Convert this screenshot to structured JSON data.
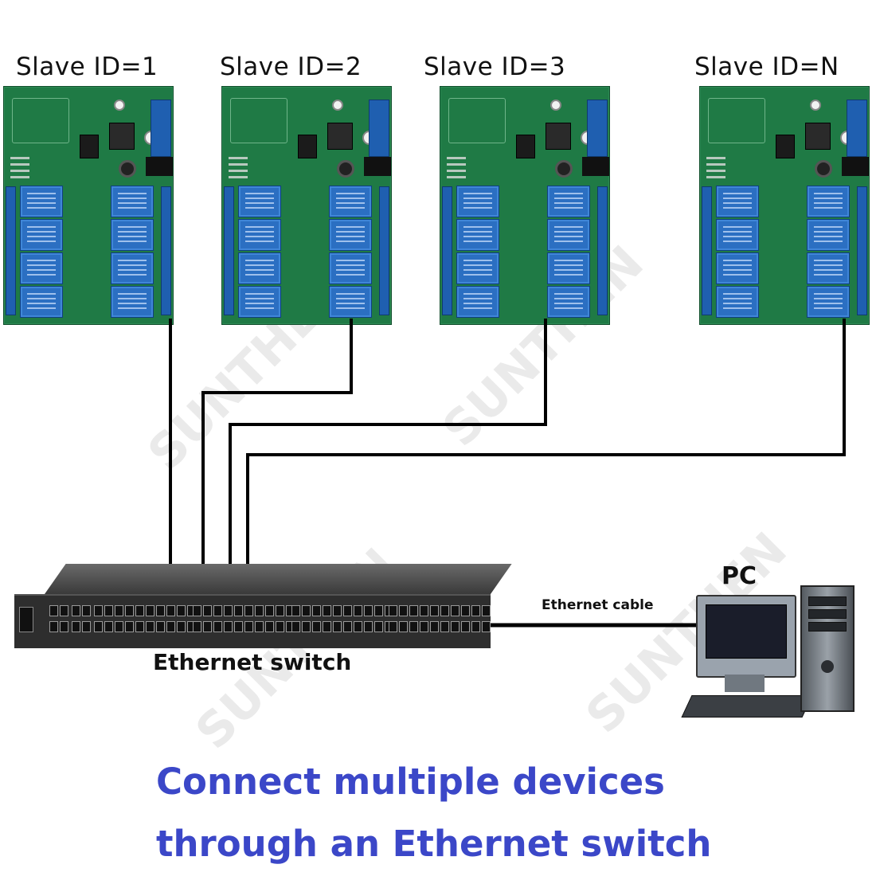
{
  "slaves": [
    {
      "label": "Slave ID=1"
    },
    {
      "label": "Slave ID=2"
    },
    {
      "label": "Slave ID=3"
    },
    {
      "label": "Slave ID=N"
    }
  ],
  "switch": {
    "label": "Ethernet switch"
  },
  "pc": {
    "label": "PC"
  },
  "cable": {
    "label": "Ethernet cable"
  },
  "caption": {
    "line1": "Connect multiple devices",
    "line2": "through an Ethernet switch"
  },
  "colors": {
    "board": "#1f7a45",
    "relay": "#2b6fc2",
    "wire": "#000000",
    "caption": "#3b47c8"
  },
  "watermark": {
    "text": "SUNTHEN"
  }
}
